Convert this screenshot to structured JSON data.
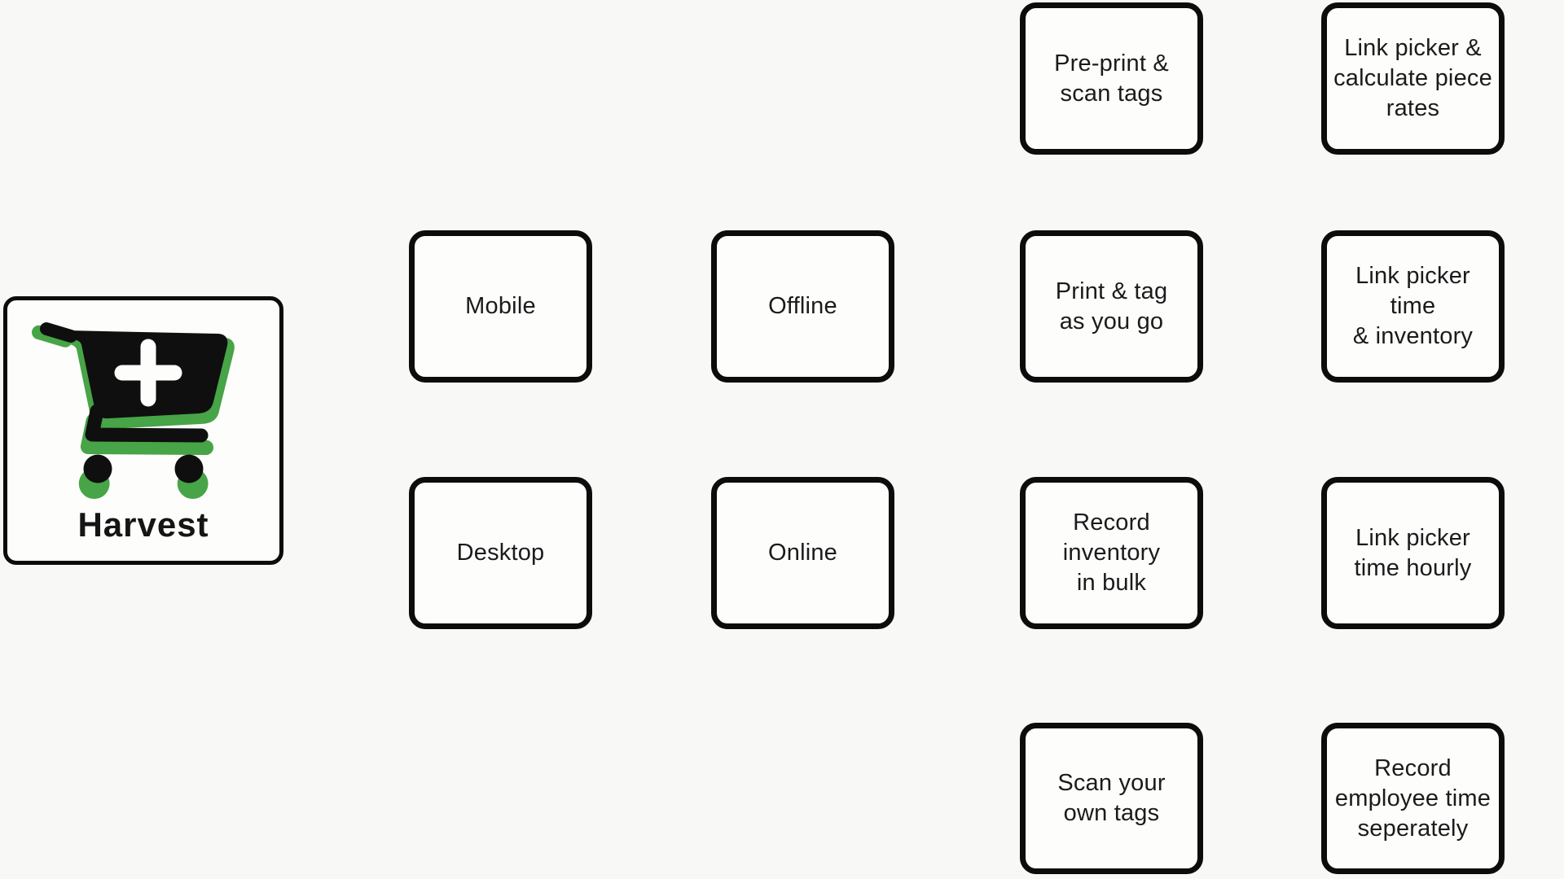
{
  "page": {
    "background": "#f8f8f6",
    "card_background": "#fdfdfc",
    "outline_color": "#0c0c0c",
    "text_color": "#1b1b1b",
    "accent_green": "#47a447"
  },
  "logo": {
    "title": "Harvest",
    "icon": "cart-plus-icon"
  },
  "nodes": [
    {
      "key": "pre-print-scan-tags",
      "label": "Pre-print &\nscan tags"
    },
    {
      "key": "link-picker-calculate-piece-rates",
      "label": "Link picker &\ncalculate piece\nrates"
    },
    {
      "key": "mobile",
      "label": "Mobile"
    },
    {
      "key": "offline",
      "label": "Offline"
    },
    {
      "key": "print-tag-as-you-go",
      "label": "Print & tag\nas you go"
    },
    {
      "key": "link-picker-time-inventory",
      "label": "Link picker time\n& inventory"
    },
    {
      "key": "desktop",
      "label": "Desktop"
    },
    {
      "key": "online",
      "label": "Online"
    },
    {
      "key": "record-inventory-in-bulk",
      "label": "Record\ninventory\nin bulk"
    },
    {
      "key": "link-picker-time-hourly",
      "label": "Link picker\ntime hourly"
    },
    {
      "key": "scan-your-own-tags",
      "label": "Scan your\nown tags"
    },
    {
      "key": "record-employee-time-seperately",
      "label": "Record\nemployee time\nseperately"
    }
  ]
}
